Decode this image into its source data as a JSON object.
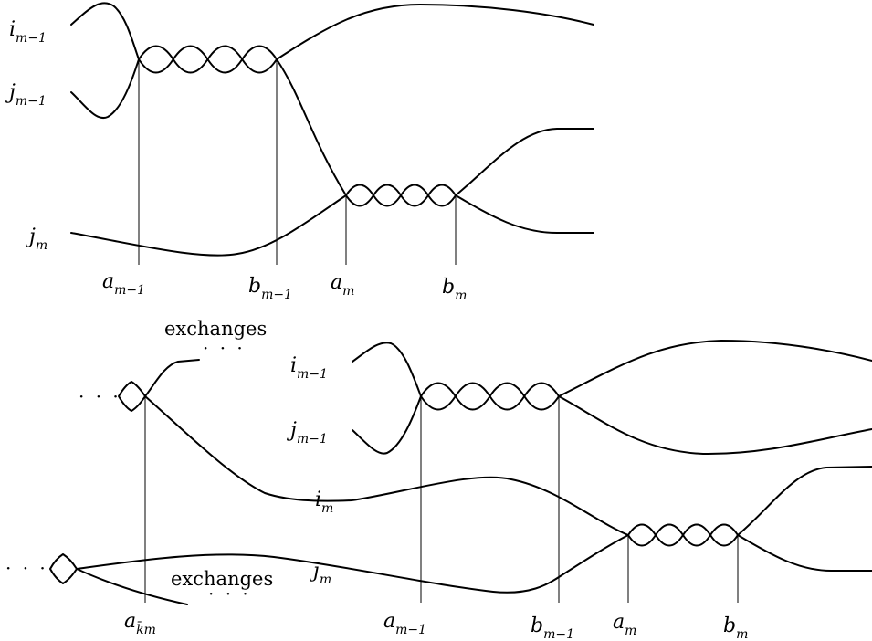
{
  "top": {
    "strand_labels": {
      "i_prev": {
        "base": "i",
        "sub": "m−1"
      },
      "j_prev": {
        "base": "j",
        "sub": "m−1"
      },
      "j_m": {
        "base": "j",
        "sub": "m"
      }
    },
    "axis_labels": {
      "a_prev": {
        "base": "a",
        "sub": "m−1"
      },
      "b_prev": {
        "base": "b",
        "sub": "m−1"
      },
      "a_m": {
        "base": "a",
        "sub": "m"
      },
      "b_m": {
        "base": "b",
        "sub": "m"
      }
    }
  },
  "bottom": {
    "strand_labels": {
      "i_prev": {
        "base": "i",
        "sub": "m−1"
      },
      "j_prev": {
        "base": "j",
        "sub": "m−1"
      },
      "i_m": {
        "base": "i",
        "sub": "m"
      },
      "j_m": {
        "base": "j",
        "sub": "m"
      }
    },
    "axis_labels": {
      "a_k": {
        "base": "a",
        "sub": "k̄m"
      },
      "a_prev": {
        "base": "a",
        "sub": "m−1"
      },
      "b_prev": {
        "base": "b",
        "sub": "m−1"
      },
      "a_m": {
        "base": "a",
        "sub": "m"
      },
      "b_m": {
        "base": "b",
        "sub": "m"
      }
    },
    "exchanges_upper": "exchanges",
    "exchanges_lower": "exchanges",
    "ellipsis": "· · ·"
  }
}
